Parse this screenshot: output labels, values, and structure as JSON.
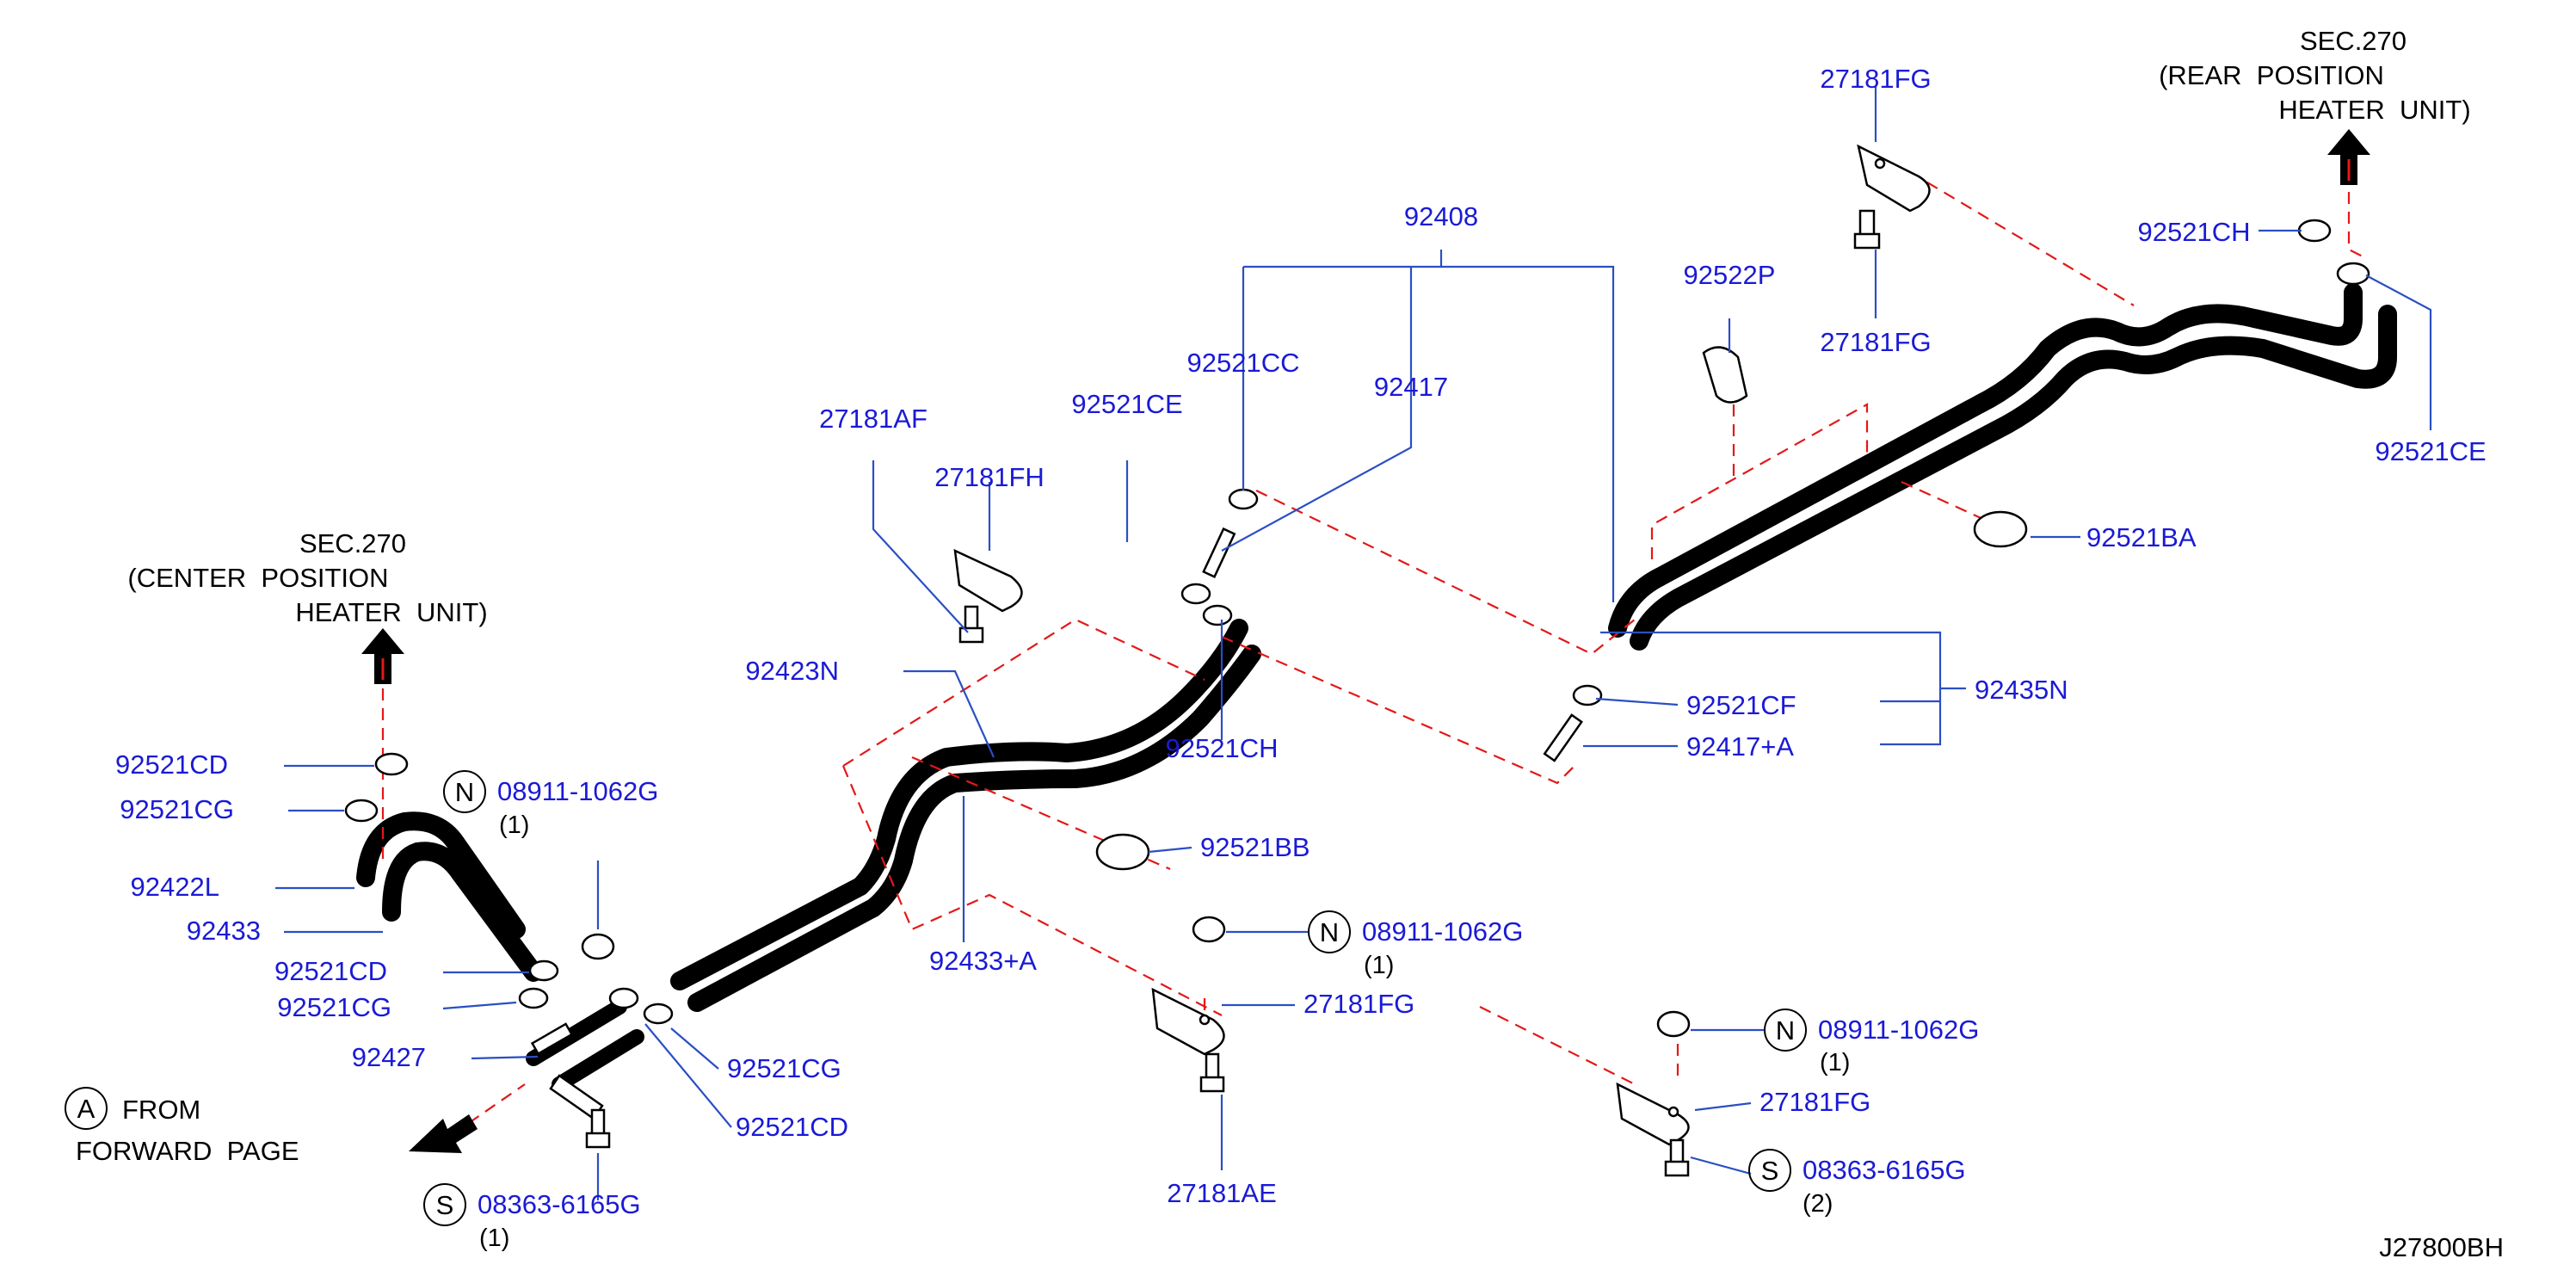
{
  "diagram_id": "J27800BH",
  "sec_left": {
    "title": "SEC.270",
    "line1": "(CENTER  POSITION",
    "line2": "HEATER  UNIT)"
  },
  "sec_right": {
    "title": "SEC.270",
    "line1": "(REAR  POSITION",
    "line2": "HEATER  UNIT)"
  },
  "from_note": {
    "symbol": "A",
    "line1": "FROM",
    "line2": "FORWARD  PAGE"
  },
  "parts": {
    "p92408": "92408",
    "p27181FG_top": "27181FG",
    "p27181FG_top2": "27181FG",
    "p92522P": "92522P",
    "p92521CH_right": "92521CH",
    "p92521CE_right": "92521CE",
    "p92521BA": "92521BA",
    "p92521CC": "92521CC",
    "p92417": "92417",
    "p92521CE_mid": "92521CE",
    "p27181AF": "27181AF",
    "p27181FH": "27181FH",
    "p92423N": "92423N",
    "p92521CH_mid": "92521CH",
    "p92521CF": "92521CF",
    "p92417A": "92417+A",
    "p92435N": "92435N",
    "p92521CD_a": "92521CD",
    "p92521CG_a": "92521CG",
    "p92422L": "92422L",
    "p92433": "92433",
    "p92521CD_b": "92521CD",
    "p92521CG_b": "92521CG",
    "p92427": "92427",
    "p92521CG_c": "92521CG",
    "p92521CD_c": "92521CD",
    "p92521BB": "92521BB",
    "p92433A": "92433+A",
    "p27181FG_mid": "27181FG",
    "p27181AE": "27181AE",
    "p27181FG_br": "27181FG"
  },
  "callouts": {
    "n1": {
      "symbol": "N",
      "part": "08911-1062G",
      "qty": "(1)"
    },
    "n2": {
      "symbol": "N",
      "part": "08911-1062G",
      "qty": "(1)"
    },
    "n3": {
      "symbol": "N",
      "part": "08911-1062G",
      "qty": "(1)"
    },
    "s1": {
      "symbol": "S",
      "part": "08363-6165G",
      "qty": "(1)"
    },
    "s2": {
      "symbol": "S",
      "part": "08363-6165G",
      "qty": "(2)"
    }
  }
}
